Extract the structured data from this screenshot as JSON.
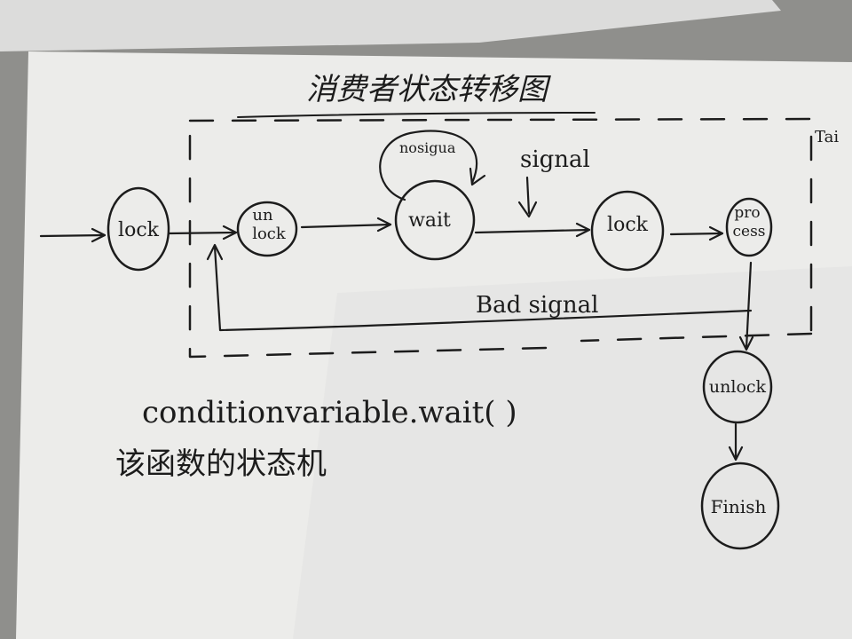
{
  "diagram": {
    "title": "消费者状态转移图",
    "corner_label": "Tai",
    "nodes": {
      "lock_start": "lock",
      "unlock_line1": "un",
      "unlock_line2": "lock",
      "wait": "wait",
      "lock_second": "lock",
      "process_line1": "pro",
      "process_line2": "cess",
      "unlock_final": "unlock",
      "finish": "Finish"
    },
    "edge_labels": {
      "nosignal": "nosigua",
      "signal": "signal",
      "bad_signal": "Bad signal"
    },
    "caption": {
      "line1": "conditionvariable.wait( )",
      "line2": "该函数的状态机"
    }
  }
}
